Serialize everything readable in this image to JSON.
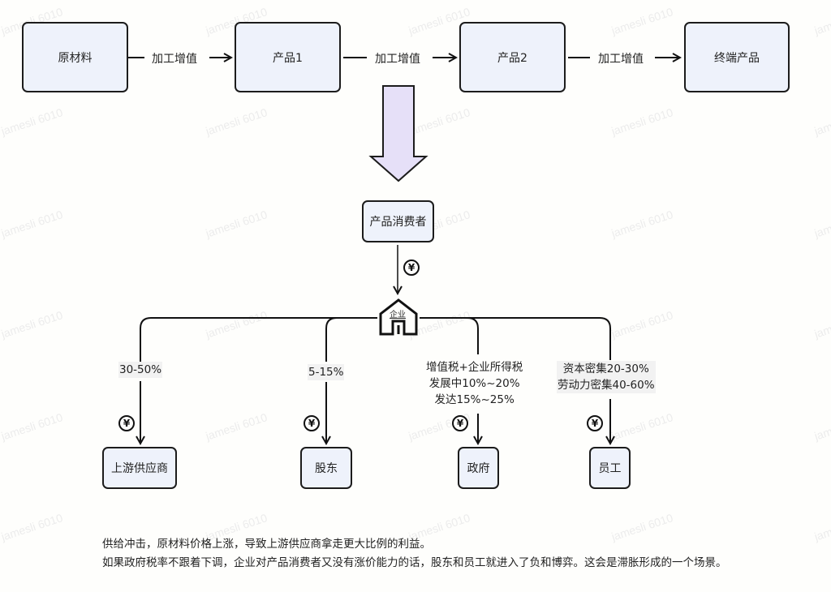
{
  "watermark": "jamesli 6010",
  "flow": {
    "nodes": [
      "原材料",
      "产品1",
      "产品2",
      "终端产品"
    ],
    "edge_label": "加工增值"
  },
  "consumer": {
    "label": "产品消费者"
  },
  "enterprise": {
    "label": "企业",
    "icon": "house-icon"
  },
  "currency_icon": "¥",
  "branches": [
    {
      "target": "上游供应商",
      "share_lines": [
        "30-50%"
      ]
    },
    {
      "target": "股东",
      "share_lines": [
        "5-15%"
      ]
    },
    {
      "target": "政府",
      "share_lines": [
        "增值税+企业所得税",
        "发展中10%~20%",
        "发达15%~25%"
      ]
    },
    {
      "target": "员工",
      "share_lines": [
        "资本密集20-30%",
        "劳动力密集40-60%"
      ]
    }
  ],
  "notes": [
    "供给冲击，原材料价格上涨，导致上游供应商拿走更大比例的利益。",
    "如果政府税率不跟着下调，企业对产品消费者又没有涨价能力的话，股东和员工就进入了负和博弈。这会是滞胀形成的一个场景。"
  ],
  "colors": {
    "node_fill": "#eef2fb",
    "big_arrow_fill": "#e6e0f8",
    "stroke": "#1c1c1c",
    "label_bg": "#f2f2f2"
  }
}
